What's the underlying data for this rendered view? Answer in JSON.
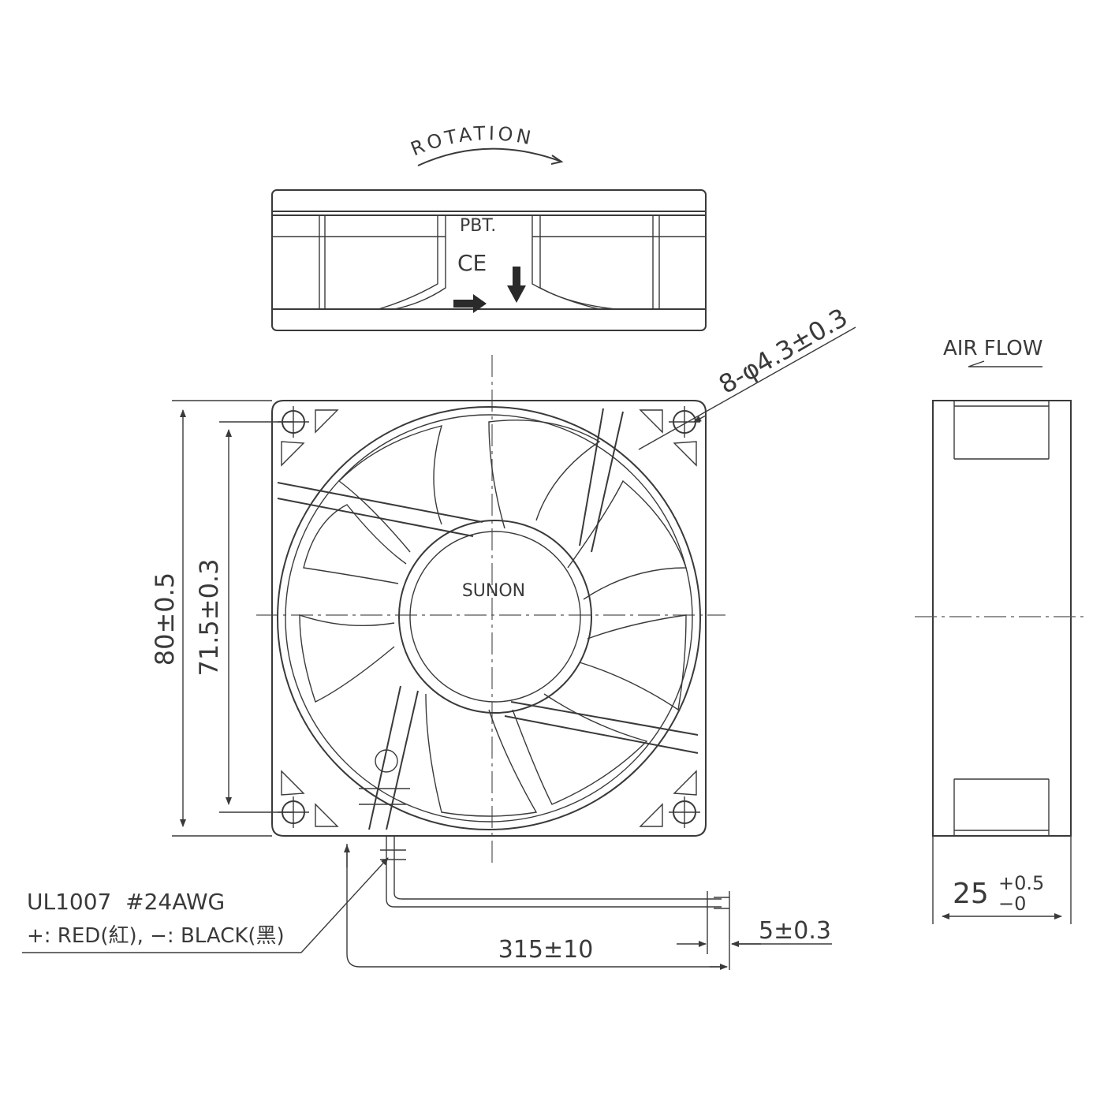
{
  "top_view": {
    "rotation_label": "ROTATION",
    "material_label": "PBT.",
    "ce_mark": "CE"
  },
  "front_view": {
    "brand": "SUNON",
    "hole_spec": "8-φ4.3±0.3",
    "overall_height": "80±0.5",
    "hole_spacing": "71.5±0.3"
  },
  "side_view": {
    "airflow_label": "AIR FLOW",
    "thickness_nominal": "25",
    "thickness_tol_plus": "+0.5",
    "thickness_tol_minus": "−0"
  },
  "leads": {
    "wire_spec": "UL1007  #24AWG",
    "polarity": "+: RED(紅), −: BLACK(黑)",
    "lead_length": "315±10",
    "strip_length": "5±0.3"
  },
  "colors": {
    "line": "#3a3a3a",
    "background": "#ffffff"
  }
}
